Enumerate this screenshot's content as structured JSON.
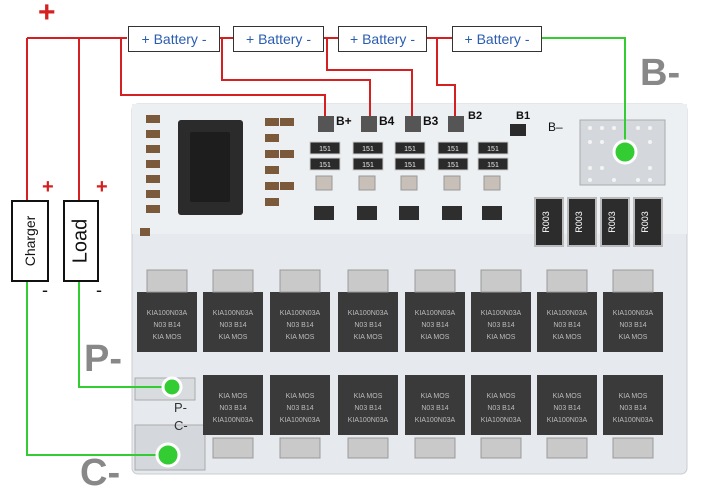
{
  "batteries": [
    {
      "label": "+ Battery -"
    },
    {
      "label": "+ Battery -"
    },
    {
      "label": "+ Battery -"
    },
    {
      "label": "+ Battery -"
    }
  ],
  "signs": {
    "main_plus": "+",
    "charger_plus": "+",
    "load_plus": "+",
    "charger_minus": "-",
    "load_minus": "-"
  },
  "boxes": {
    "charger": "Charger",
    "load": "Load"
  },
  "terminals": {
    "b_minus_big": "B-",
    "p_minus_big": "P-",
    "c_minus_big": "C-",
    "p_minus_small": "P-",
    "c_minus_small": "C-"
  },
  "board_pads": {
    "b_plus": "B+",
    "b4": "B4",
    "b3": "B3",
    "b2": "B2",
    "b1": "B1",
    "b_minus": "B–"
  },
  "mosfet_text": {
    "line1": "KIA MOS",
    "line2": "N03 B14",
    "line3": "KIA100N03A"
  },
  "resistor_text": "R003",
  "smd_text": "151",
  "colors": {
    "positive_wire": "#d42020",
    "bminus_wire": "#33cc33",
    "pc_wire": "#33cc33",
    "board": "#e8ecef",
    "mosfet": "#3a3a3a",
    "battery_text": "#2a5db0"
  }
}
